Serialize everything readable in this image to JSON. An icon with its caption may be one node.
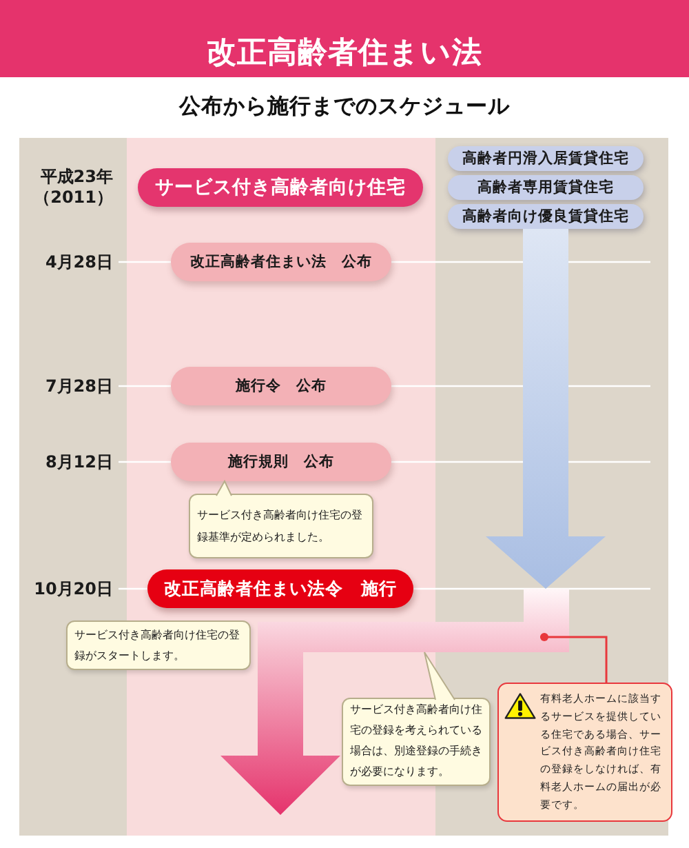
{
  "diagram": {
    "title": "改正高齢者住まい法",
    "nodes": [
      {
        "text": [
          "サービス付き高齢者向け住宅"
        ],
        "beside": [
          "平成23年（2011）"
        ]
      },
      {
        "text": [
          "高齢者円滑入居賃貸住宅"
        ]
      },
      {
        "text": [
          "高齢者専用賃貸住宅"
        ]
      },
      {
        "text": [
          "高齢者向け優良賃貸住宅"
        ]
      },
      {
        "text": [
          "改正高齢者住まい法　公布"
        ],
        "beside": [
          "4月28日"
        ]
      },
      {
        "text": [
          "施行令　公布"
        ],
        "beside": [
          "7月28日"
        ]
      },
      {
        "text": [
          "施行規則　公布"
        ],
        "beside": [
          "8月12日"
        ]
      },
      {
        "text": [
          "サービス付き高齢者向け住宅の登録基準が定められました。"
        ]
      },
      {
        "text": [
          "改正高齢者住まい法令　施行"
        ],
        "beside": [
          "10月20日"
        ]
      },
      {
        "text": [],
        "shape": "arrow"
      },
      {
        "text": [
          "サービス付き高齢者向け住宅の登録がスタートします。"
        ]
      },
      {
        "text": [
          "サービス付き高齢者向け住宅の登録を考えられている場合は、別途登録の手続きが必要になります。"
        ]
      },
      {
        "text": [
          "有料老人ホームに該当するサービスを提供している住宅である場合、サービス付き高齢者向け住宅の登録をしなければ、有料老人ホームの届出が必要です。"
        ]
      }
    ],
    "edges": [
      {
        "from": 7,
        "to": 6,
        "arrow": "to"
      },
      {
        "from": 3,
        "to": 9,
        "arrow": "to",
        "style": "thick",
        "color": "#a9bee3"
      },
      {
        "from": 11,
        "to": 9,
        "arrow": "to"
      },
      {
        "from": 12,
        "to": 9,
        "arrow": "other",
        "color": "#e8383d"
      }
    ],
    "labels": [
      "公布から施行までのスケジュール"
    ]
  }
}
